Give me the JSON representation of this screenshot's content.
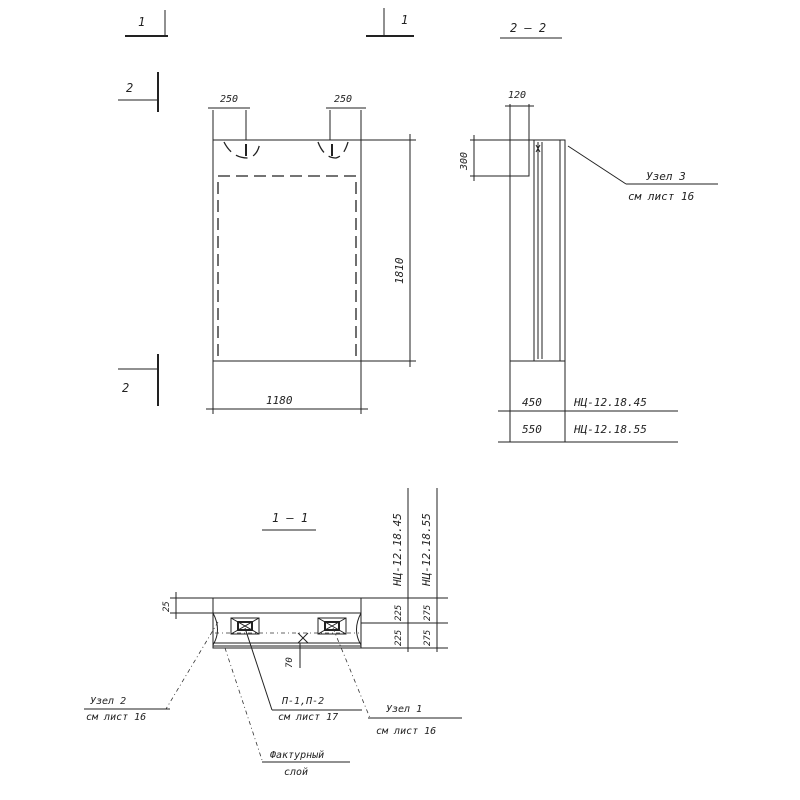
{
  "section_marks": {
    "s1_left": "1",
    "s1_right": "1",
    "s2_top": "2",
    "s2_bottom": "2",
    "title_2_2": "2 – 2",
    "title_1_1": "1 – 1"
  },
  "front_view": {
    "dim_left_top": "250",
    "dim_right_top": "250",
    "dim_width": "1180",
    "dim_height": "1810"
  },
  "side_view": {
    "dim_thickness_top": "120",
    "dim_notch": "300",
    "node3_line1": "Узел 3",
    "node3_line2": "см лист 16",
    "table": [
      {
        "dim": "450",
        "mark": "НЦ-12.18.45"
      },
      {
        "dim": "550",
        "mark": "НЦ-12.18.55"
      }
    ]
  },
  "section_1_1": {
    "mark_col_1": "НЦ-12.18.45",
    "mark_col_2": "НЦ-12.18.55",
    "dim_top_left": "25",
    "dim_col1_upper": "225",
    "dim_col1_lower": "225",
    "dim_col2_upper": "275",
    "dim_col2_lower": "275",
    "dim_inner": "70",
    "node2_line1": "Узел 2",
    "node2_line2": "см лист 16",
    "p_line1": "П-1,П-2",
    "p_line2": "см лист 17",
    "node1_line1": "Узел 1",
    "node1_line2": "см лист 16",
    "facing_line1": "Фактурный",
    "facing_line2": "слой"
  }
}
